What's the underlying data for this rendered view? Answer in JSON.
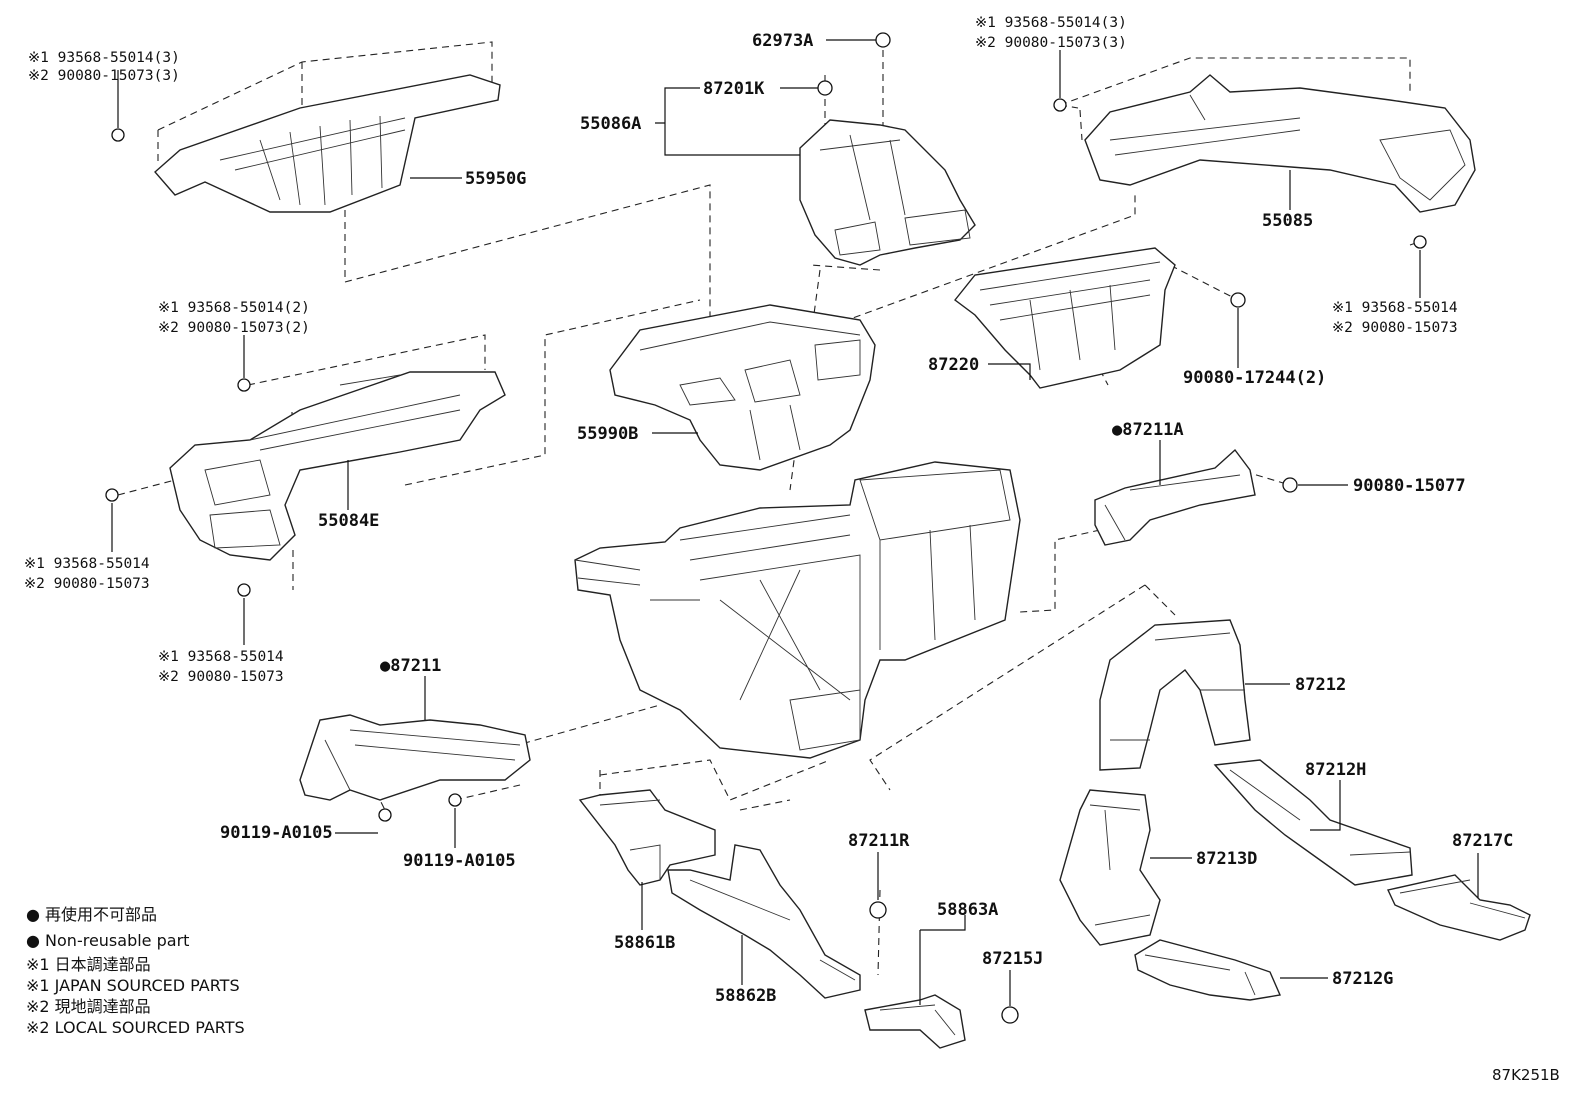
{
  "parts": {
    "p55950G": "55950G",
    "p62973A": "62973A",
    "p87201K": "87201K",
    "p55086A": "55086A",
    "p55085": "55085",
    "p55990B": "55990B",
    "p87220": "87220",
    "p90080_17244": "90080-17244(2)",
    "p87211A": "●87211A",
    "p90080_15077": "90080-15077",
    "p55084E": "55084E",
    "p87211": "●87211",
    "p87212": "87212",
    "p87212H": "87212H",
    "p87213D": "87213D",
    "p87217C": "87217C",
    "p87211R": "87211R",
    "p58863A": "58863A",
    "p87215J": "87215J",
    "p58861B": "58861B",
    "p58862B": "58862B",
    "p87212G": "87212G",
    "p90119_a": "90119-A0105",
    "p90119_b": "90119-A0105"
  },
  "notes": {
    "tl_1": "※1 93568-55014(3)",
    "tl_2": "※2 90080-15073(3)",
    "tr_1": "※1 93568-55014(3)",
    "tr_2": "※2 90080-15073(3)",
    "r_1": "※1 93568-55014",
    "r_2": "※2 90080-15073",
    "ml_1": "※1 93568-55014(2)",
    "ml_2": "※2 90080-15073(2)",
    "l_1": "※1 93568-55014",
    "l_2": "※2 90080-15073",
    "l2_1": "※1 93568-55014",
    "l2_2": "※2 90080-15073"
  },
  "legend": {
    "line1": "● 再使用不可部品",
    "line2": "● Non-reusable part",
    "line3": "※1 日本調達部品",
    "line4": "※1 JAPAN SOURCED PARTS",
    "line5": "※2 現地調達部品",
    "line6": "※2 LOCAL SOURCED PARTS"
  },
  "diagram_code": "87K251B"
}
